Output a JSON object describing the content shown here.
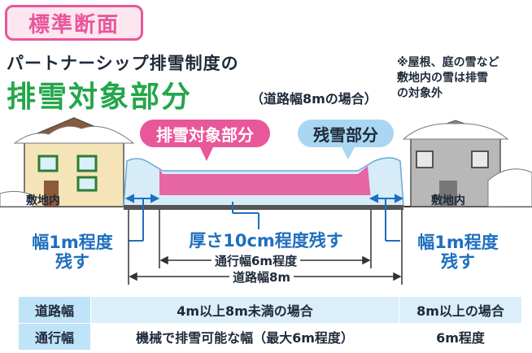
{
  "header": {
    "tag_label": "標準断面",
    "subtitle": "パートナーシップ排雪制度の",
    "title": "排雪対象部分",
    "title_note": "（道路幅8mの場合）"
  },
  "note": {
    "lines": [
      "※屋根、庭の雪など",
      "敷地内の雪は排雪",
      "の対象外"
    ]
  },
  "diagram": {
    "pink_label": "排雪対象部分",
    "blue_label": "残雪部分",
    "left_property": "敷地内",
    "right_property": "敷地内",
    "left_width_line1": "幅1m程度",
    "left_width_line2": "残す",
    "right_width_line1": "幅1m程度",
    "right_width_line2": "残す",
    "thickness_label": "厚さ10cm程度残す",
    "traffic_width": "通行幅6m程度",
    "road_width": "道路幅8m"
  },
  "table": {
    "header_row": {
      "label": "道路幅",
      "col1": "4m以上8m未満の場合",
      "col2": "8m以上の場合"
    },
    "rows": [
      {
        "label": "通行幅",
        "col1": "機械で排雪可能な幅（最大6m程度）",
        "col2": "6m程度"
      }
    ]
  },
  "colors": {
    "pink": "#e8579a",
    "green": "#23a64a",
    "blue": "#1e6fbf",
    "light_blue": "#bfe3f7",
    "snow_blue": "#d6ecf8"
  }
}
